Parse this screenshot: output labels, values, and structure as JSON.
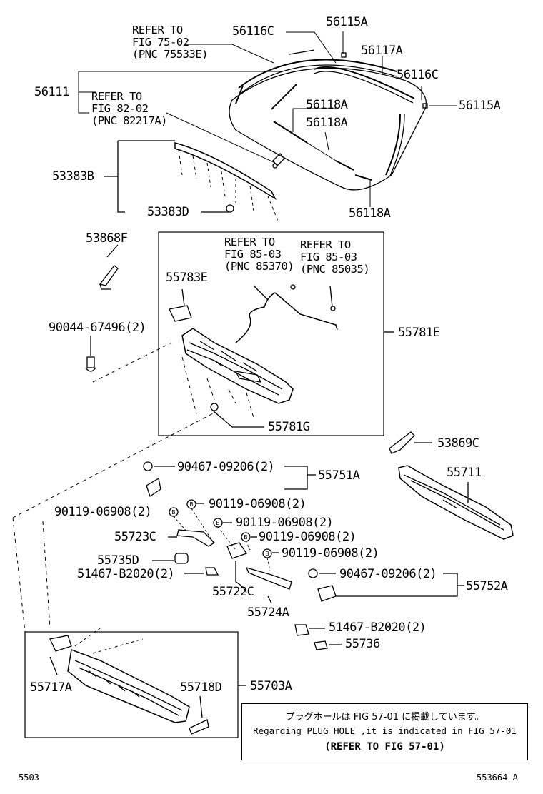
{
  "parts": {
    "p56115A_top": "56115A",
    "p56116C_top": "56116C",
    "p56117A": "56117A",
    "p56116C_right": "56116C",
    "p56115A_right": "56115A",
    "p56111": "56111",
    "p56118A_1": "56118A",
    "p56118A_2": "56118A",
    "p56118A_3": "56118A",
    "p53383B": "53383B",
    "p53383D": "53383D",
    "p53868F": "53868F",
    "p55783E": "55783E",
    "p90044": "90044-67496(2)",
    "p55781E": "55781E",
    "p55781G": "55781G",
    "p53869C": "53869C",
    "p90467_top": "90467-09206(2)",
    "p55751A": "55751A",
    "p55711": "55711",
    "p90119_a": "90119-06908(2)",
    "p90119_b": "90119-06908(2)",
    "p90119_c": "90119-06908(2)",
    "p90119_d": "90119-06908(2)",
    "p90119_e": "90119-06908(2)",
    "p55723C": "55723C",
    "p55735D": "55735D",
    "p51467_left": "51467-B2020(2)",
    "p90467_right": "90467-09206(2)",
    "p55752A": "55752A",
    "p55722C": "55722C",
    "p55724A": "55724A",
    "p51467_right": "51467-B2020(2)",
    "p55736": "55736",
    "p55717A": "55717A",
    "p55718D": "55718D",
    "p55703A": "55703A"
  },
  "refs": {
    "ref1": [
      "REFER TO",
      "FIG 75-02",
      "(PNC 75533E)"
    ],
    "ref2": [
      "REFER TO",
      "FIG 82-02",
      "(PNC 82217A)"
    ],
    "ref3": [
      "REFER TO",
      "FIG 85-03",
      "(PNC 85370)"
    ],
    "ref4": [
      "REFER TO",
      "FIG 85-03",
      "(PNC 85035)"
    ]
  },
  "note": {
    "jp": "プラグホールは FIG 57-01 に掲載しています。",
    "en": "Regarding PLUG HOLE ,it is indicated in FIG 57-01",
    "ref": "(REFER TO FIG 57-01)"
  },
  "footer": {
    "left": "5503",
    "right": "553664-A"
  }
}
